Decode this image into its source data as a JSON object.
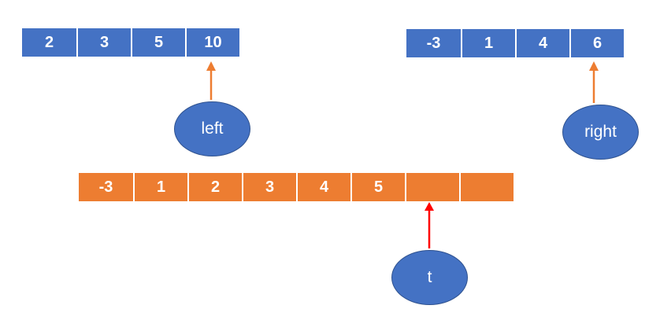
{
  "arrays": {
    "left": {
      "values": [
        "2",
        "3",
        "5",
        "10"
      ],
      "color": "#4472C4"
    },
    "right": {
      "values": [
        "-3",
        "1",
        "4",
        "6"
      ],
      "color": "#4472C4"
    },
    "t": {
      "values": [
        "-3",
        "1",
        "2",
        "3",
        "4",
        "5",
        "",
        ""
      ],
      "color": "#ED7D31"
    }
  },
  "pointers": {
    "left": {
      "label": "left",
      "arrow_color": "#ED7D31"
    },
    "right": {
      "label": "right",
      "arrow_color": "#ED7D31"
    },
    "t": {
      "label": "t",
      "arrow_color": "#FF0000"
    }
  }
}
